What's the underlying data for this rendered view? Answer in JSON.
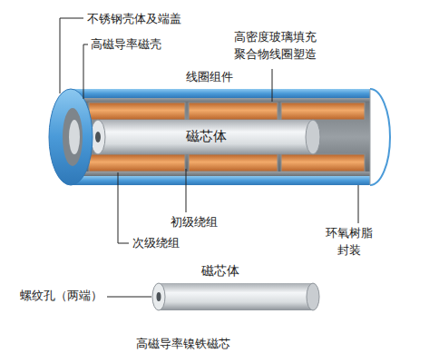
{
  "diagram": {
    "labels": [
      "不锈钢壳体及端盖",
      "高磁导率磁壳",
      "高密度玻璃填充 聚合物线圈塑造",
      "线圈组件",
      "磁芯体",
      "初级绕组",
      "次级绕组",
      "环氧树脂 封装",
      "磁芯体",
      "螺纹孔（两端）",
      "高磁导率镍铁磁芯"
    ]
  }
}
